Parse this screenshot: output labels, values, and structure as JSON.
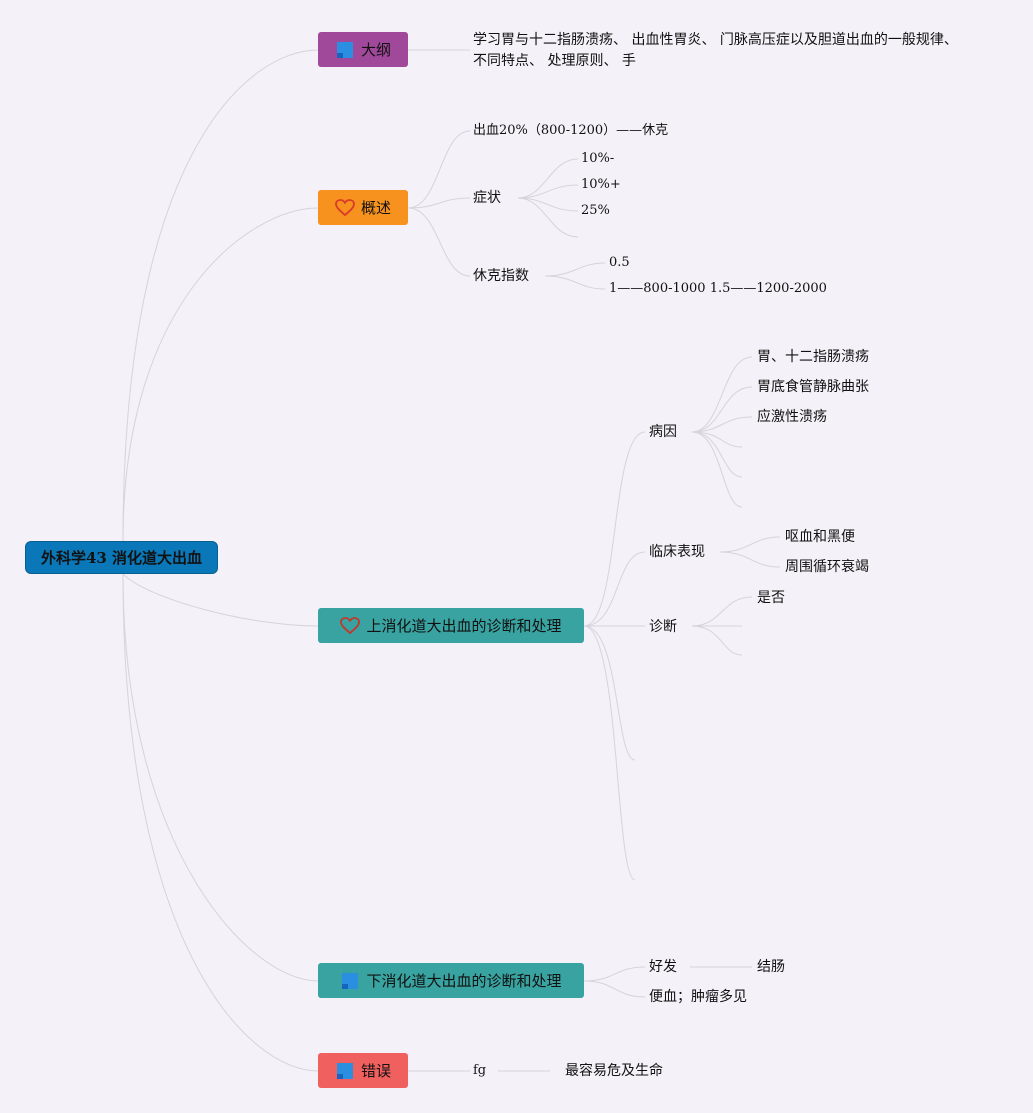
{
  "root": {
    "label": "外科学43 消化道大出血"
  },
  "branches": {
    "outline": {
      "label": "大纲",
      "icon": "flag-icon",
      "color": "#a0489a",
      "text": "学习胃与十二指肠溃疡、 出血性胃炎、 门脉高压症以及胆道出血的一般规律、 不同特点、 处理原则、 手"
    },
    "overview": {
      "label": "概述",
      "icon": "heart-icon",
      "color": "#f7921e",
      "bleeding": "出血20%（800-1200）——休克",
      "symptoms": {
        "label": "症状",
        "items": [
          "10%-",
          "10%+",
          "25%"
        ]
      },
      "shock_index": {
        "label": "休克指数",
        "items": [
          "0.5",
          "1——800-1000 1.5——1200-2000"
        ]
      }
    },
    "upper": {
      "label": "上消化道大出血的诊断和处理",
      "icon": "heart-icon",
      "color": "#38a3a0",
      "cause": {
        "label": "病因",
        "items": [
          "胃、十二指肠溃疡",
          "胃底食管静脉曲张",
          "应激性溃疡"
        ]
      },
      "clinical": {
        "label": "临床表现",
        "items": [
          "呕血和黑便",
          "周围循环衰竭"
        ]
      },
      "diagnosis": {
        "label": "诊断",
        "items": [
          "是否"
        ]
      }
    },
    "lower": {
      "label": "下消化道大出血的诊断和处理",
      "icon": "flag-icon",
      "color": "#38a3a0",
      "prone": {
        "label": "好发",
        "value": "结肠"
      },
      "blood_stool": "便血；肿瘤多见"
    },
    "error": {
      "label": "错误",
      "icon": "flag-icon",
      "color": "#f0605f",
      "fg": "fg",
      "fg_value": "最容易危及生命"
    }
  }
}
